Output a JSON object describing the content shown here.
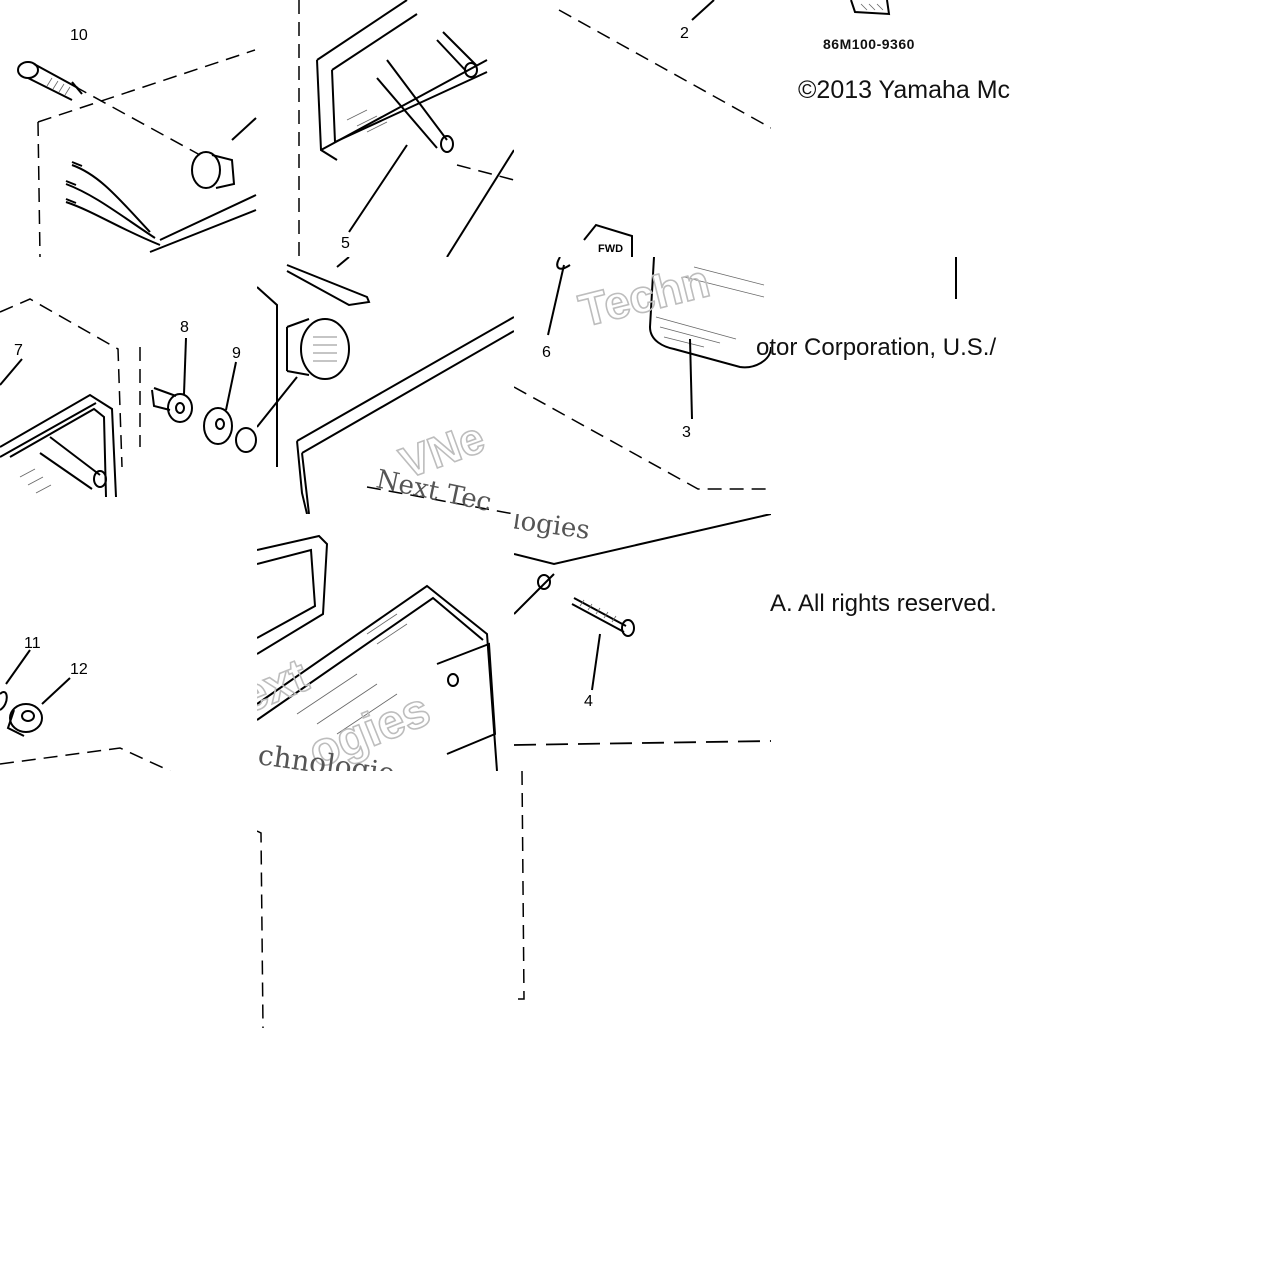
{
  "diagram": {
    "part_number": "86M100-9360",
    "copyright_lines": {
      "line1": "©2013 Yamaha Mc",
      "line2": "otor Corporation, U.S./",
      "line3": "A. All rights reserved."
    },
    "callouts": {
      "c1": "10",
      "c2": "5",
      "c3": "2",
      "c4": "7",
      "c5": "8",
      "c6": "9",
      "c7": "6",
      "c8": "3",
      "c9": "4",
      "c10": "11",
      "c11": "12"
    },
    "watermarks": {
      "w1": "Techn",
      "w2": "VNe",
      "w3": "Next Tec",
      "w4": "ologies",
      "w5": "ext",
      "w6": "ogies",
      "w7": "chnologie",
      "w8": "FWD"
    }
  }
}
